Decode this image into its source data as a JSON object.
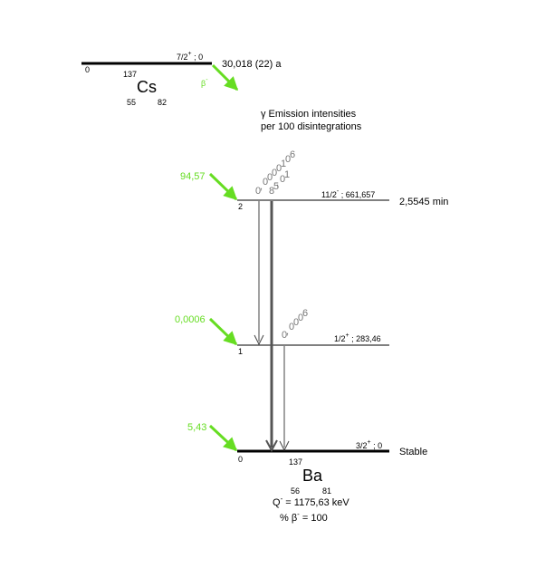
{
  "parent": {
    "symbol": "Cs",
    "mass": "137",
    "Z": "55",
    "N": "82",
    "level_index": "0",
    "spin": "7/2",
    "parity": "+",
    "energy": "0",
    "half_life": "30,018 (22) a",
    "decay_label": "β",
    "decay_sign": "-"
  },
  "emission_title_line1": "γ  Emission intensities",
  "emission_title_line2": "per 100 disintegrations",
  "daughter": {
    "symbol": "Ba",
    "mass": "137",
    "Z": "56",
    "N": "81",
    "q_label": "Q",
    "q_sign": "-",
    "q_value": "= 1175,63 keV",
    "pct_label": "% β",
    "pct_sign": "-",
    "pct_value": "= 100"
  },
  "levels": [
    {
      "index": "2",
      "spin": "11/2",
      "parity": "-",
      "energy": "661,657",
      "half_life": "2,5545 min",
      "feed": "94,57"
    },
    {
      "index": "1",
      "spin": "1/2",
      "parity": "+",
      "energy": "283,46",
      "half_life": "",
      "feed": "0,0006"
    },
    {
      "index": "0",
      "spin": "3/2",
      "parity": "+",
      "energy": "0",
      "half_life": "Stable",
      "feed": "5,43"
    }
  ],
  "gamma_labels": {
    "g1": [
      "0",
      ",",
      "0",
      "0",
      "0",
      "0",
      "1",
      "0",
      "6"
    ],
    "g2": [
      "8",
      "5",
      ",",
      "0",
      "1"
    ],
    "g3": [
      "0",
      ",",
      "0",
      "0",
      "0",
      "6"
    ]
  }
}
